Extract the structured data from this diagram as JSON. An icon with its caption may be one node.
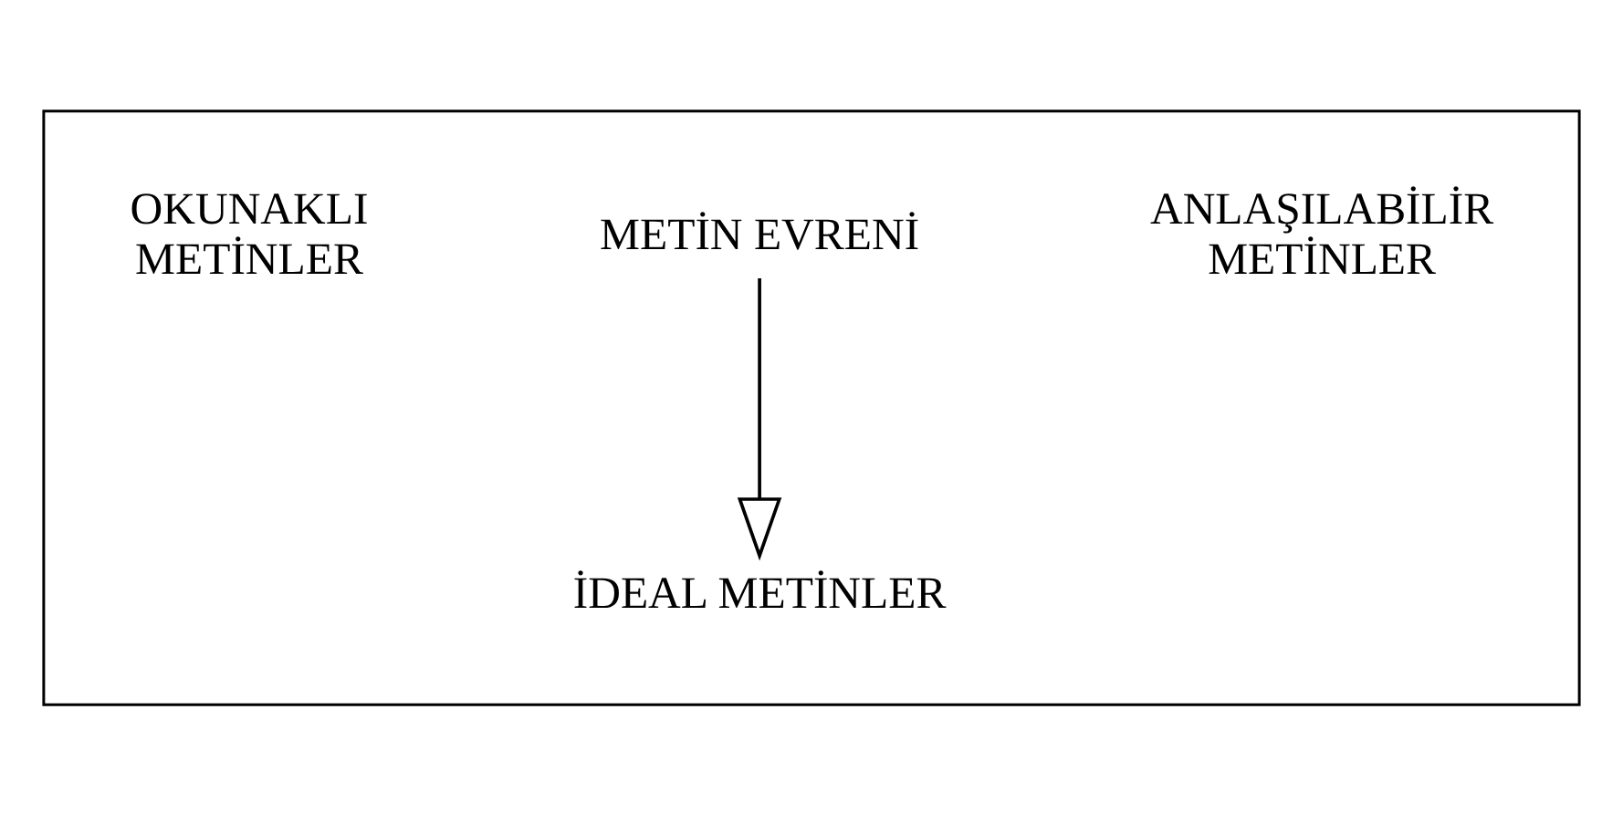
{
  "diagram": {
    "nodes": [
      {
        "text": [],
        "shape": "box"
      },
      {
        "text": [
          "METİN EVRENİ"
        ],
        "in": 0
      },
      {
        "text": [
          "İDEAL METİNLER"
        ],
        "in": 0
      }
    ],
    "edges": [
      {
        "from": 1,
        "to": 2,
        "arrow": "to"
      }
    ],
    "labels": [
      "OKUNAKLI METİNLER",
      "ANLAŞILABİLİR METİNLER"
    ]
  }
}
